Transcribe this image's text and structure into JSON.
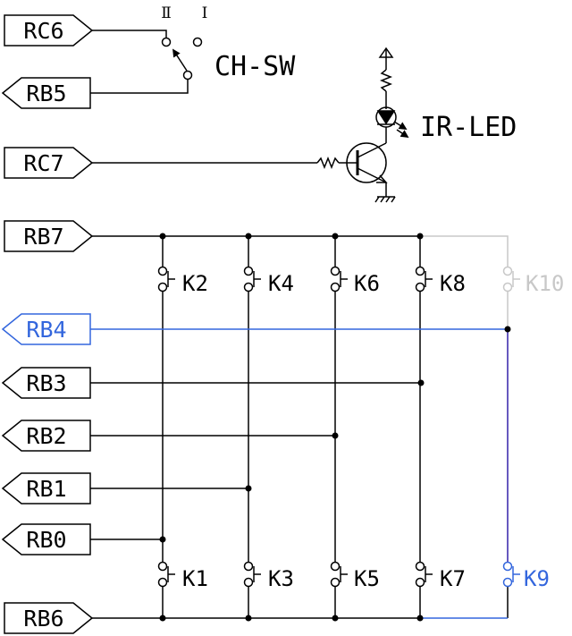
{
  "colors": {
    "wire": "#000000",
    "accent": "#3366dd",
    "deep": "#3322aa",
    "faded": "#c8c8c8"
  },
  "ports": {
    "rc6": "RC6",
    "rb5": "RB5",
    "rc7": "RC7",
    "rb7": "RB7",
    "rb4": "RB4",
    "rb3": "RB3",
    "rb2": "RB2",
    "rb1": "RB1",
    "rb0": "RB0",
    "rb6": "RB6"
  },
  "channel_switch": {
    "label": "CH-SW",
    "pos_2": "Ⅱ",
    "pos_1": "Ⅰ"
  },
  "ir": {
    "label": "IR-LED"
  },
  "keys": {
    "k1": "K1",
    "k2": "K2",
    "k3": "K3",
    "k4": "K4",
    "k5": "K5",
    "k6": "K6",
    "k7": "K7",
    "k8": "K8",
    "k9": "K9",
    "k10": "K10"
  }
}
